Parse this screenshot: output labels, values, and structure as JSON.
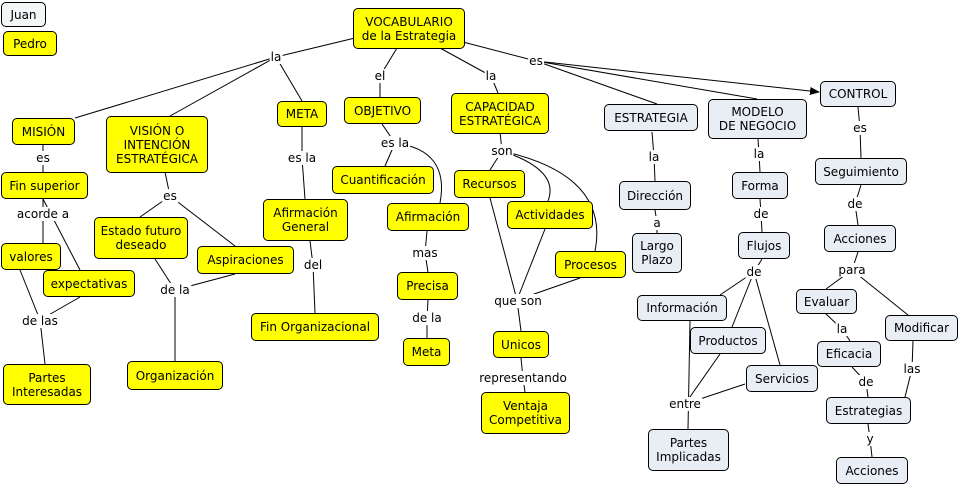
{
  "legend": {
    "juan": "Juan",
    "pedro": "Pedro"
  },
  "nodes": {
    "vocabulario": "VOCABULARIO\nde la Estrategia",
    "mision": "MISIÓN",
    "vision": "VISIÓN O\nINTENCIÓN\nESTRATÉGICA",
    "meta": "META",
    "objetivo": "OBJETIVO",
    "capacidad": "CAPACIDAD\nESTRATÉGICA",
    "estrategia": "ESTRATEGIA",
    "modelo": "MODELO\nDE NEGOCIO",
    "control": "CONTROL",
    "fin_superior": "Fin superior",
    "valores": "valores",
    "expectativas": "expectativas",
    "partes_interesadas": "Partes\nInteresadas",
    "estado_futuro": "Estado futuro\ndeseado",
    "aspiraciones": "Aspiraciones",
    "organizacion": "Organización",
    "afirmacion_general": "Afirmación\nGeneral",
    "fin_organizacional": "Fin Organizacional",
    "cuantificacion": "Cuantificación",
    "afirmacion": "Afirmación",
    "precisa": "Precisa",
    "meta2": "Meta",
    "recursos": "Recursos",
    "actividades": "Actividades",
    "procesos": "Procesos",
    "unicos": "Unicos",
    "ventaja": "Ventaja\nCompetitiva",
    "direccion": "Dirección",
    "largo_plazo": "Largo\nPlazo",
    "forma": "Forma",
    "flujos": "Flujos",
    "informacion": "Información",
    "productos": "Productos",
    "servicios": "Servicios",
    "partes_implicadas": "Partes\nImplicadas",
    "seguimiento": "Seguimiento",
    "acciones": "Acciones",
    "evaluar": "Evaluar",
    "modificar": "Modificar",
    "eficacia": "Eficacia",
    "estrategias": "Estrategias",
    "acciones2": "Acciones"
  },
  "links": {
    "la_top": "la",
    "el": "el",
    "la_cap": "la",
    "es_top": "es",
    "es_mision": "es",
    "acorde_a": "acorde a",
    "de_las": "de las",
    "es_vision": "es",
    "de_la_vision": "de la",
    "es_la_meta": "es la",
    "del": "del",
    "es_la_obj": "es la",
    "mas": "mas",
    "de_la_obj": "de la",
    "son": "son",
    "que_son": "que son",
    "representando": "representando",
    "la_estr": "la",
    "a": "a",
    "la_mod": "la",
    "de_forma": "de",
    "de_flujos": "de",
    "entre": "entre",
    "es_control": "es",
    "de_seg": "de",
    "para": "para",
    "la_eval": "la",
    "de_ef": "de",
    "las": "las",
    "y": "y"
  }
}
